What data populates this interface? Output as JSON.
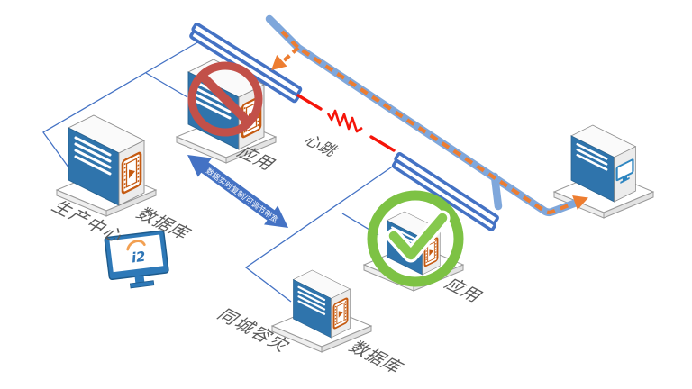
{
  "diagram": {
    "production": {
      "site_label": "生产中心",
      "database_label": "数据库",
      "application_label": "应用"
    },
    "disaster_recovery": {
      "site_label": "同城容灾",
      "database_label": "数据库",
      "application_label": "应用"
    },
    "heartbeat_label": "心跳",
    "replication_arrow_label": "数据实时复制/可调节带宽",
    "monitor_logo_text": "i2",
    "icons": [
      "prohibition-icon",
      "check-icon",
      "filmstrip-icon",
      "monitor-screen-icon",
      "i2-monitor-icon",
      "network-switch-bar",
      "wan-link",
      "heartbeat-line",
      "replication-double-arrow"
    ],
    "colors": {
      "primary_blue": "#4472C4",
      "light_blue": "#7FA7DB",
      "orange": "#ED7D31",
      "heartbeat_red": "#F5150A",
      "prohibition_red": "#C25049",
      "check_green": "#7DC244",
      "server_blue": "#2F74AC",
      "film_orange": "#C55A11",
      "label_gray": "#595959"
    }
  }
}
